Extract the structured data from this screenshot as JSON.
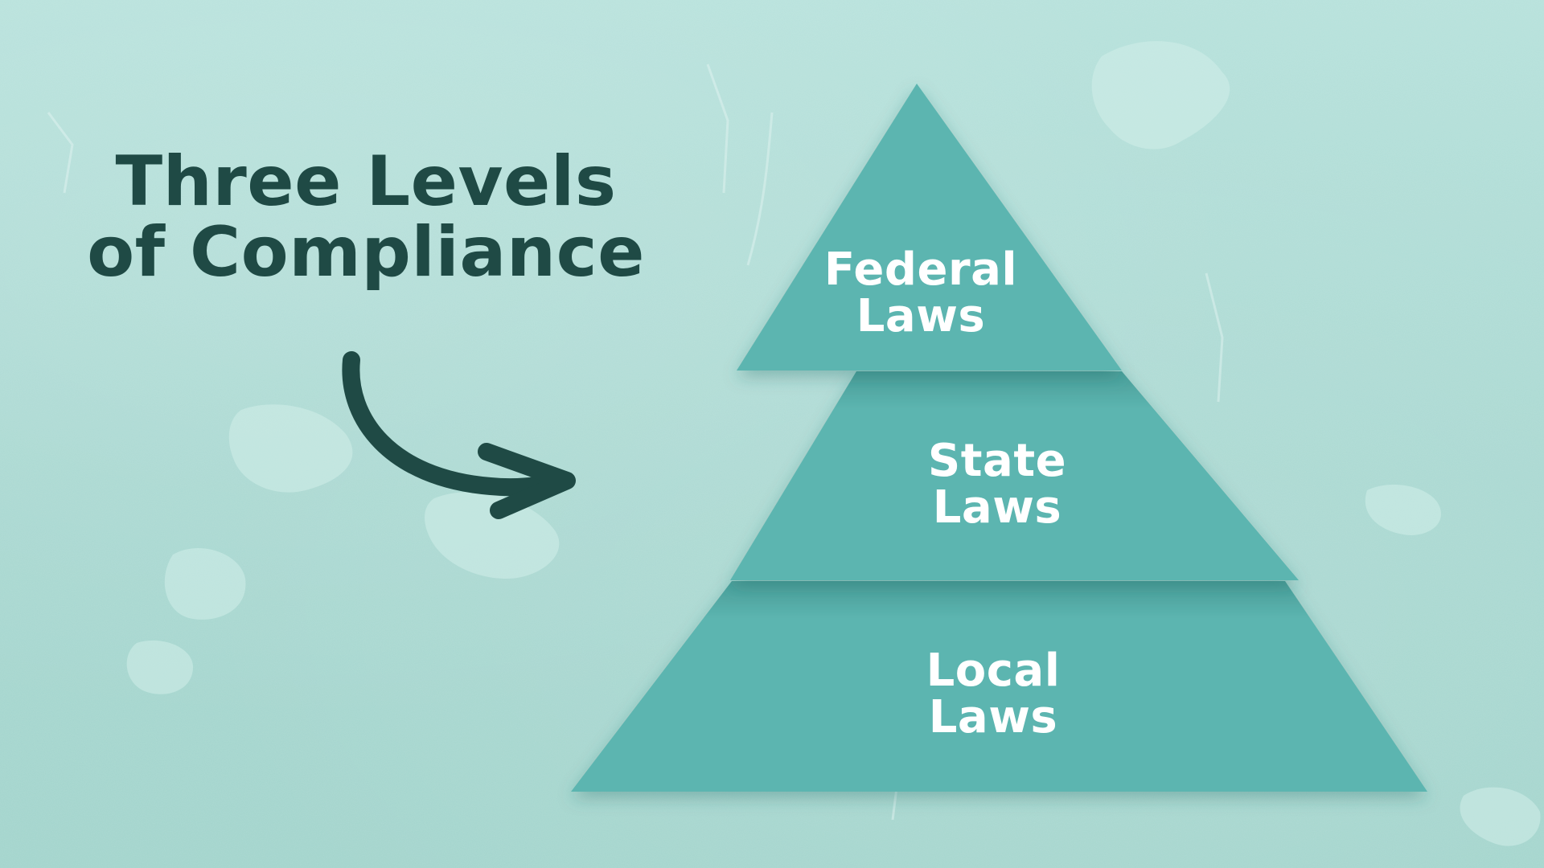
{
  "title": {
    "line1": "Three Levels",
    "line2": "of Compliance"
  },
  "pyramid": {
    "tiers": [
      {
        "line1": "Federal",
        "line2": "Laws"
      },
      {
        "line1": "State",
        "line2": "Laws"
      },
      {
        "line1": "Local",
        "line2": "Laws"
      }
    ]
  },
  "colors": {
    "background": "#a9d9d1",
    "title": "#1f4a45",
    "pyramid": "#5cb5b0",
    "arrow": "#1f4a45",
    "label": "#ffffff"
  },
  "icons": {
    "arrow": "curved-arrow-icon"
  }
}
